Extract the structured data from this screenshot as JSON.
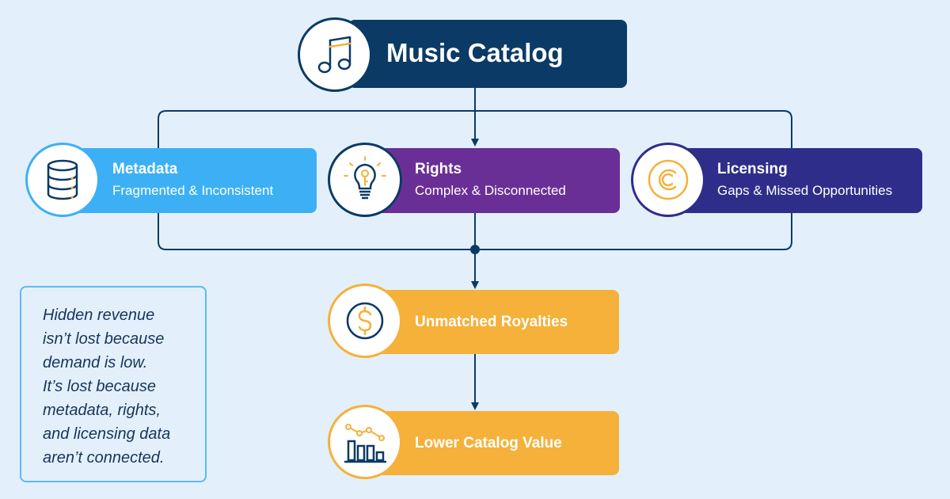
{
  "top": {
    "title": "Music Catalog",
    "icon": "music-note-icon"
  },
  "sources": [
    {
      "title": "Metadata",
      "subtitle": "Fragmented & Inconsistent",
      "icon": "database-icon",
      "color": "#3db0f5"
    },
    {
      "title": "Rights",
      "subtitle": "Complex & Disconnected",
      "icon": "lightbulb-key-icon",
      "color": "#6a2f96"
    },
    {
      "title": "Licensing",
      "subtitle": "Gaps & Missed Opportunities",
      "icon": "copyright-icon",
      "color": "#2e2e8a"
    }
  ],
  "outcomes": [
    {
      "title": "Unmatched Royalties",
      "icon": "dollar-icon",
      "color": "#f5b13a"
    },
    {
      "title": "Lower Catalog Value",
      "icon": "declining-chart-icon",
      "color": "#f5b13a"
    }
  ],
  "note": {
    "lines": [
      "Hidden revenue",
      "isn’t lost because",
      "demand is low.",
      "It’s lost because",
      "metadata, rights,",
      "and licensing data",
      "aren’t connected."
    ]
  },
  "colors": {
    "background": "#e3f0fb",
    "navy": "#0b3a66",
    "orange": "#f5b13a",
    "connector": "#0b3a66"
  }
}
